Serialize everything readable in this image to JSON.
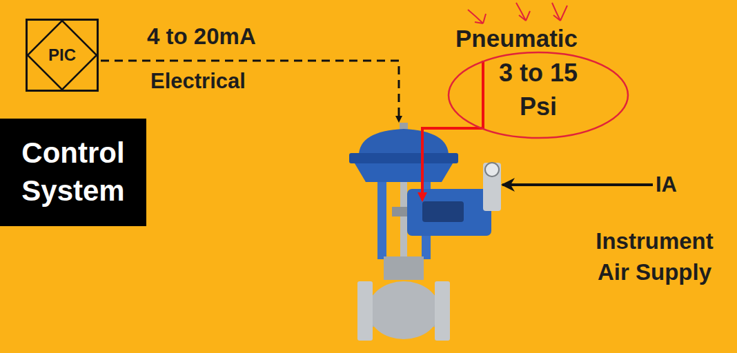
{
  "diagram": {
    "nodes": [
      {
        "text": [
          "PIC"
        ]
      },
      {
        "text": [
          "Control System"
        ]
      }
    ],
    "labels": [
      "4 to 20mA",
      "Electrical",
      "Pneumatic",
      "3 to 15 Psi",
      "IA",
      "Instrument Air Supply"
    ]
  }
}
